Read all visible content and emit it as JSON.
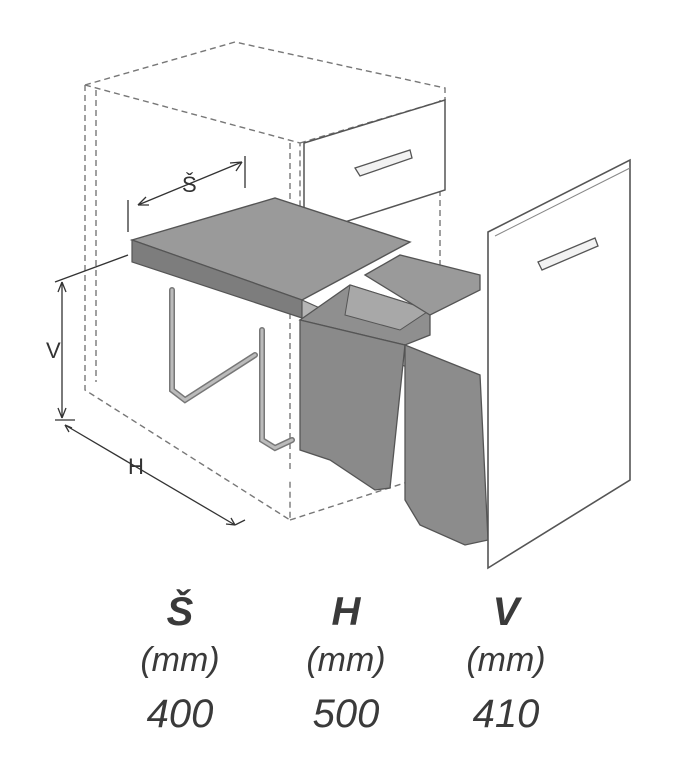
{
  "diagram": {
    "dimension_labels": {
      "width": "Š",
      "depth": "H",
      "height": "V"
    }
  },
  "specs": [
    {
      "key": "Š",
      "unit": "(mm)",
      "value": "400"
    },
    {
      "key": "H",
      "unit": "(mm)",
      "value": "500"
    },
    {
      "key": "V",
      "unit": "(mm)",
      "value": "410"
    }
  ]
}
